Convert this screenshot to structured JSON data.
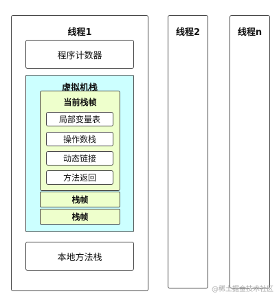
{
  "thread1": {
    "title": "线程1",
    "program_counter": "程序计数器",
    "jvm_stack": {
      "title": "虚拟机栈",
      "current_frame": {
        "title": "当前栈帧",
        "items": [
          "局部变量表",
          "操作数栈",
          "动态链接",
          "方法返回"
        ]
      },
      "frames": [
        "栈帧",
        "栈帧"
      ]
    },
    "native_stack": "本地方法栈"
  },
  "thread2": {
    "title": "线程2"
  },
  "threadn": {
    "title": "线程n"
  },
  "watermark": "@稀土掘金技术社区"
}
